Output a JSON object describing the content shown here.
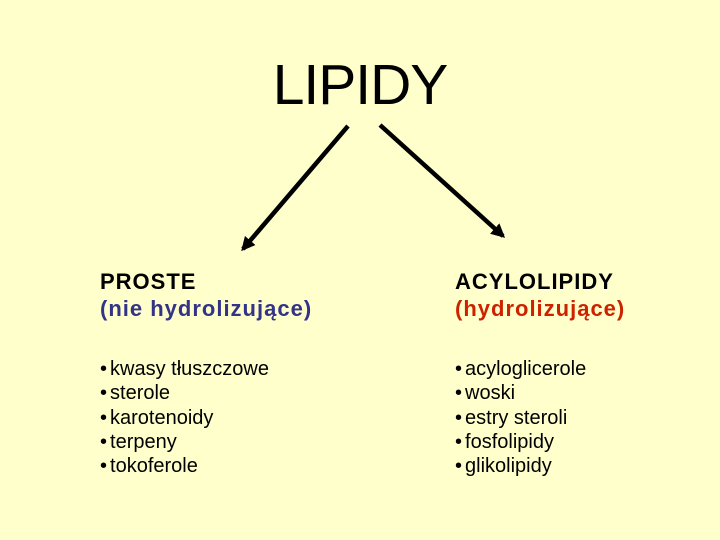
{
  "slide": {
    "title": "LIPIDY",
    "bullet_char": "•",
    "left_branch": {
      "heading_line1": "PROSTE",
      "heading_line2": "(nie hydrolizujące)",
      "items": [
        "kwasy tłuszczowe",
        "sterole",
        "karotenoidy",
        "terpeny",
        "tokoferole"
      ]
    },
    "right_branch": {
      "heading_line1": "ACYLOLIPIDY",
      "heading_line2": "(hydrolizujące)",
      "items": [
        "acyloglicerole",
        "woski",
        "estry steroli",
        "fosfolipidy",
        "glikolipidy"
      ]
    },
    "colors": {
      "background": "#FFFFCC",
      "title_text": "#000000",
      "heading_text": "#000000",
      "left_subtitle": "#333388",
      "right_subtitle": "#CC2200",
      "list_text": "#000000",
      "arrow": "#000000"
    }
  }
}
